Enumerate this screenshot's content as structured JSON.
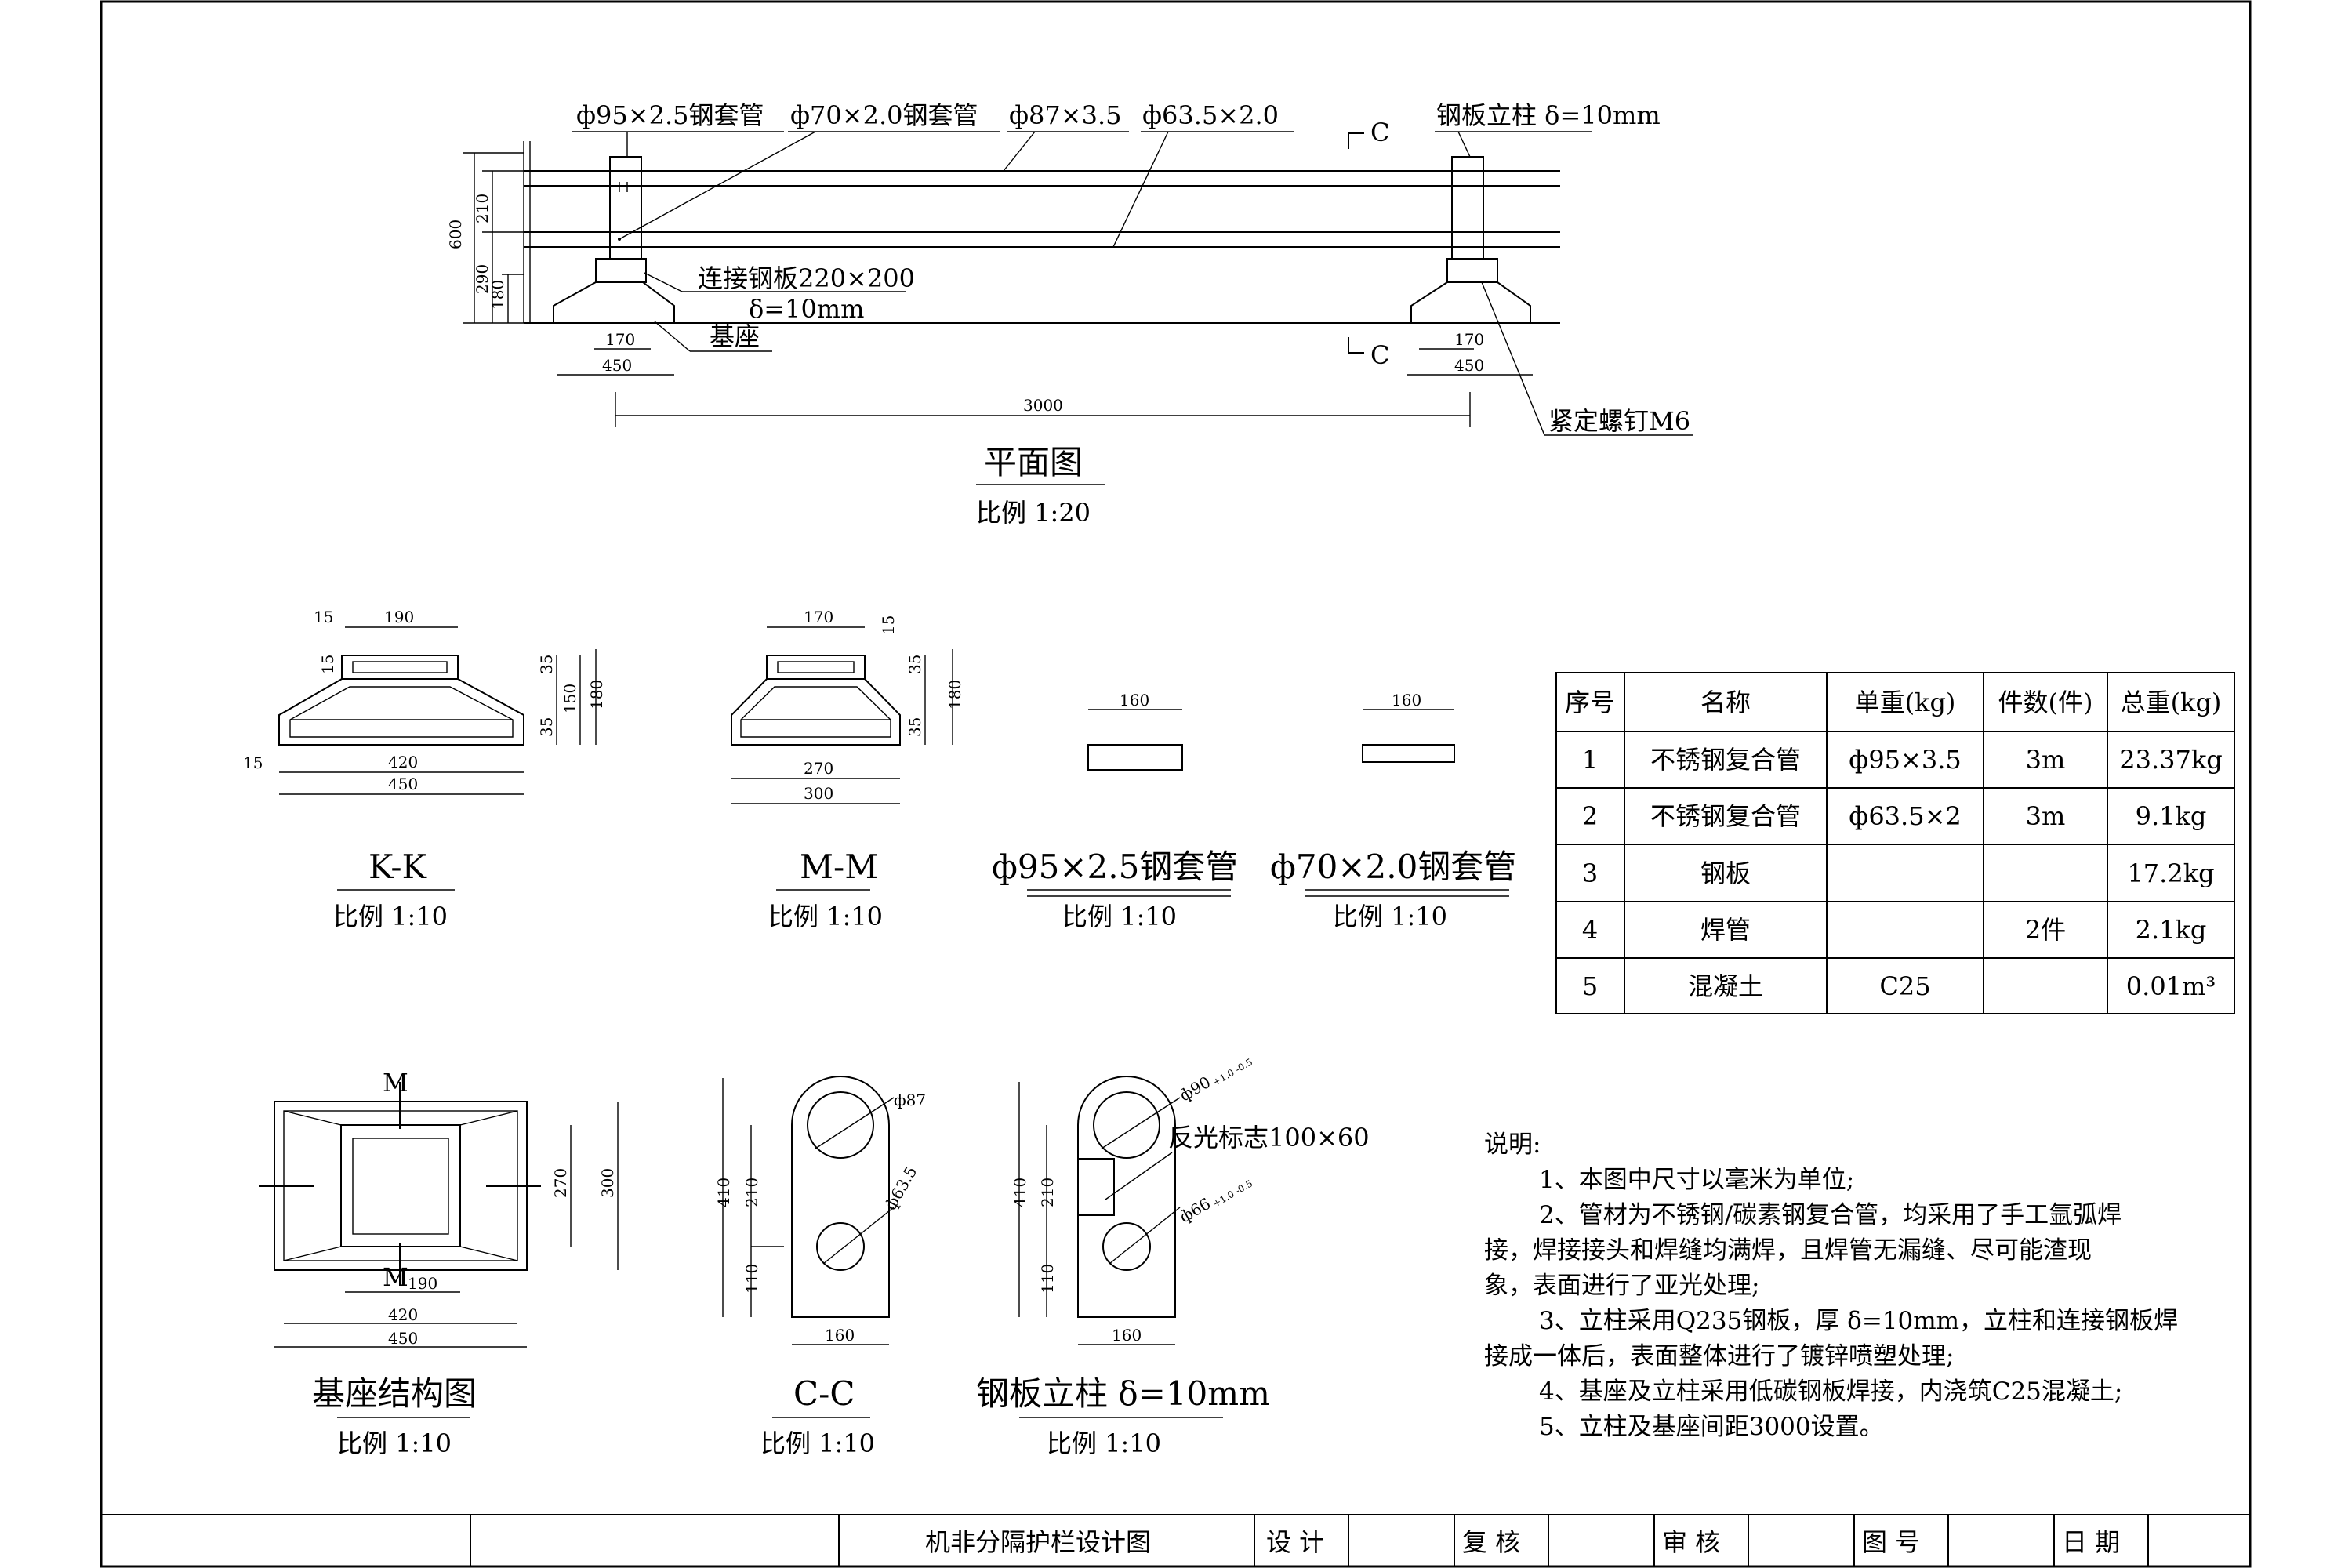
{
  "plan": {
    "labels": {
      "sleeve95": "ф95×2.5钢套管",
      "sleeve70": "ф70×2.0钢套管",
      "pipe87": "ф87×3.5",
      "pipe63": "ф63.5×2.0",
      "post": "钢板立柱 δ=10mm",
      "connplate": "连接钢板220×200",
      "connplate_t": "δ=10mm",
      "base": "基座",
      "screw": "紧定螺钉M6",
      "sec_c": "C"
    },
    "dims": {
      "h600": "600",
      "h210": "210",
      "h290": "290",
      "h180": "180",
      "w170": "170",
      "w450": "450",
      "span": "3000"
    },
    "title": "平面图",
    "scale": "比例 1:20"
  },
  "kk": {
    "title": "K-K",
    "scale": "比例 1:10",
    "dims": {
      "d15a": "15",
      "d190": "190",
      "d15b": "15",
      "d15c": "15",
      "d35a": "35",
      "d150": "150",
      "d180": "180",
      "d35b": "35",
      "d420": "420",
      "d450": "450"
    }
  },
  "mm": {
    "title": "M-M",
    "scale": "比例 1:10",
    "dims": {
      "d170": "170",
      "d15": "15",
      "d35a": "35",
      "d180": "180",
      "d35b": "35",
      "d270": "270",
      "d300": "300"
    }
  },
  "sleeve95": {
    "title": "ф95×2.5钢套管",
    "scale": "比例 1:10",
    "dim": "160"
  },
  "sleeve70": {
    "title": "ф70×2.0钢套管",
    "scale": "比例 1:10",
    "dim": "160"
  },
  "base_struct": {
    "title": "基座结构图",
    "scale": "比例 1:10",
    "mark_m": "M",
    "dims": {
      "d190": "190",
      "d420": "420",
      "d450": "450",
      "d270": "270",
      "d300": "300"
    }
  },
  "cc": {
    "title": "C-C",
    "scale": "比例 1:10",
    "dims": {
      "phi87": "ф87",
      "phi63": "ф63.5",
      "d410": "410",
      "d210": "210",
      "d110": "110",
      "d160": "160"
    }
  },
  "post": {
    "title": "钢板立柱 δ=10mm",
    "scale": "比例 1:10",
    "reflect": "反光标志100×60",
    "dims": {
      "phi90": "ф90",
      "tol90": "+1.0 -0.5",
      "phi66": "ф66",
      "tol66": "+1.0 -0.5",
      "d410": "410",
      "d210": "210",
      "d110": "110",
      "d160": "160"
    }
  },
  "table": {
    "headers": [
      "序号",
      "名称",
      "单重(kg)",
      "件数(件)",
      "总重(kg)"
    ],
    "rows": [
      [
        "1",
        "不锈钢复合管",
        "ф95×3.5",
        "3m",
        "23.37kg"
      ],
      [
        "2",
        "不锈钢复合管",
        "ф63.5×2",
        "3m",
        "9.1kg"
      ],
      [
        "3",
        "钢板",
        "",
        "",
        "17.2kg"
      ],
      [
        "4",
        "焊管",
        "",
        "2件",
        "2.1kg"
      ],
      [
        "5",
        "混凝土",
        "C25",
        "",
        "0.01m³"
      ]
    ]
  },
  "notes": {
    "heading": "说明:",
    "lines": [
      "1、本图中尺寸以毫米为单位;",
      "2、管材为不锈钢/碳素钢复合管，均采用了手工氩弧焊",
      "接，焊接接头和焊缝均满焊，且焊管无漏缝、尽可能渣现",
      "象，表面进行了亚光处理;",
      "3、立柱采用Q235钢板，厚 δ=10mm，立柱和连接钢板焊",
      "接成一体后，表面整体进行了镀锌喷塑处理;",
      "4、基座及立柱采用低碳钢板焊接，内浇筑C25混凝土;",
      "5、立柱及基座间距3000设置。"
    ]
  },
  "titleblock": {
    "drawing_name": "机非分隔护栏设计图",
    "design": "设 计",
    "check": "复 核",
    "review": "审 核",
    "drawing_no": "图 号",
    "date": "日 期"
  }
}
